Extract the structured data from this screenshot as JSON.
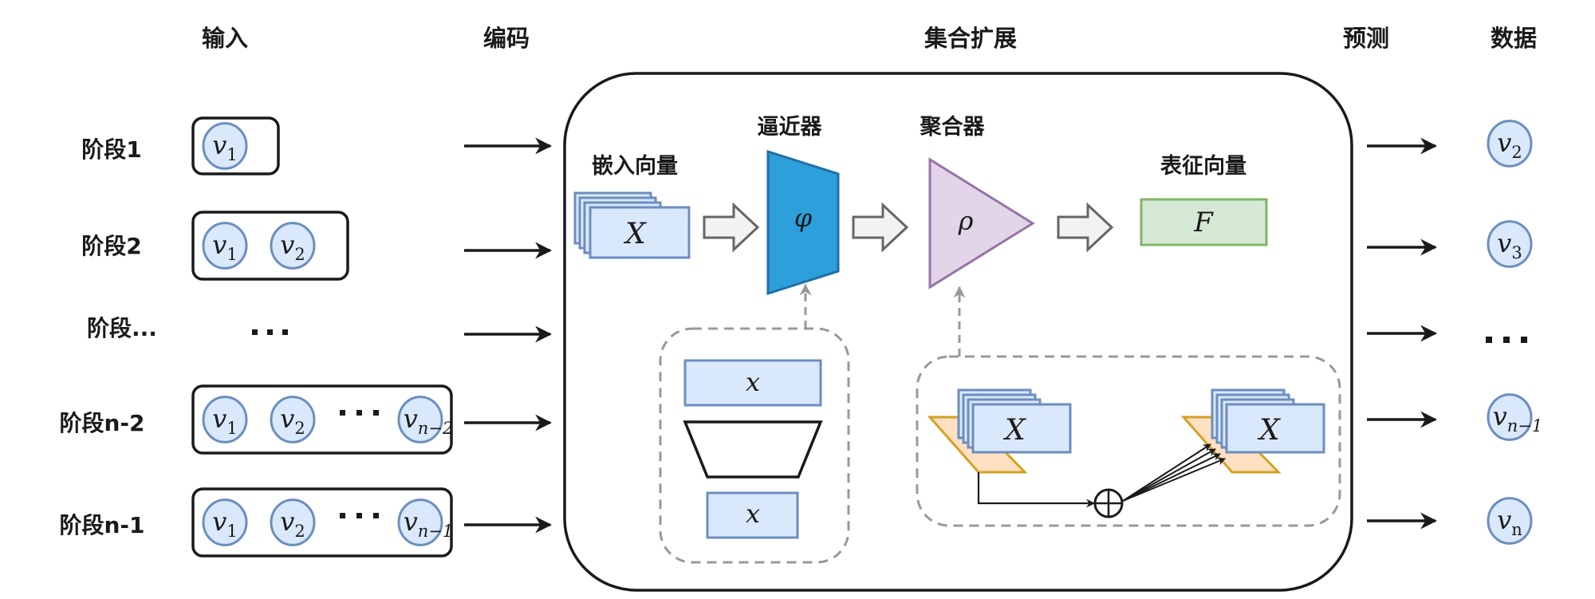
{
  "headers": {
    "input": "输入",
    "encoding": "编码",
    "set_expansion": "集合扩展",
    "prediction": "预测",
    "data": "数据"
  },
  "stages": [
    {
      "label": "阶段1",
      "nodes": [
        {
          "base": "v",
          "sub": "1"
        }
      ],
      "ellipsis": false
    },
    {
      "label": "阶段2",
      "nodes": [
        {
          "base": "v",
          "sub": "1"
        },
        {
          "base": "v",
          "sub": "2"
        }
      ],
      "ellipsis": false
    },
    {
      "label": "阶段...",
      "nodes": [],
      "ellipsis": true,
      "placeholder": "..."
    },
    {
      "label": "阶段n-2",
      "nodes": [
        {
          "base": "v",
          "sub": "1"
        },
        {
          "base": "v",
          "sub": "2"
        },
        {
          "base": "v",
          "sub": "n−2"
        }
      ],
      "ellipsis": true
    },
    {
      "label": "阶段n-1",
      "nodes": [
        {
          "base": "v",
          "sub": "1"
        },
        {
          "base": "v",
          "sub": "2"
        },
        {
          "base": "v",
          "sub": "n−1"
        }
      ],
      "ellipsis": true
    }
  ],
  "outputs": [
    {
      "base": "v",
      "sub": "2"
    },
    {
      "base": "v",
      "sub": "3"
    },
    {
      "placeholder": "..."
    },
    {
      "base": "v",
      "sub": "n−1"
    },
    {
      "base": "v",
      "sub": "n"
    }
  ],
  "set_expansion": {
    "embedding": {
      "label": "嵌入向量",
      "symbol": "X"
    },
    "approximator": {
      "label": "逼近器",
      "symbol": "φ"
    },
    "aggregator": {
      "label": "聚合器",
      "symbol": "ρ"
    },
    "representation": {
      "label": "表征向量",
      "symbol": "F"
    },
    "approximator_detail": {
      "top_symbol": "x",
      "bottom_symbol": "x"
    },
    "aggregator_detail": {
      "left_symbol": "X",
      "right_symbol": "X",
      "operator": "⊕"
    }
  },
  "colors": {
    "node_fill": "#dae8fc",
    "node_stroke": "#6c8ebf",
    "approximator_fill": "#2d9fdb",
    "approximator_stroke": "#1f6fa8",
    "aggregator_fill": "#e1d5e7",
    "aggregator_stroke": "#9673a6",
    "representation_fill": "#d5e8d4",
    "representation_stroke": "#82b366",
    "weight_fill": "#ffe0c2",
    "weight_stroke": "#d6a020",
    "dashed": "#999999",
    "hollow_arrow_fill": "#f2f2f2",
    "hollow_arrow_stroke": "#666666"
  }
}
